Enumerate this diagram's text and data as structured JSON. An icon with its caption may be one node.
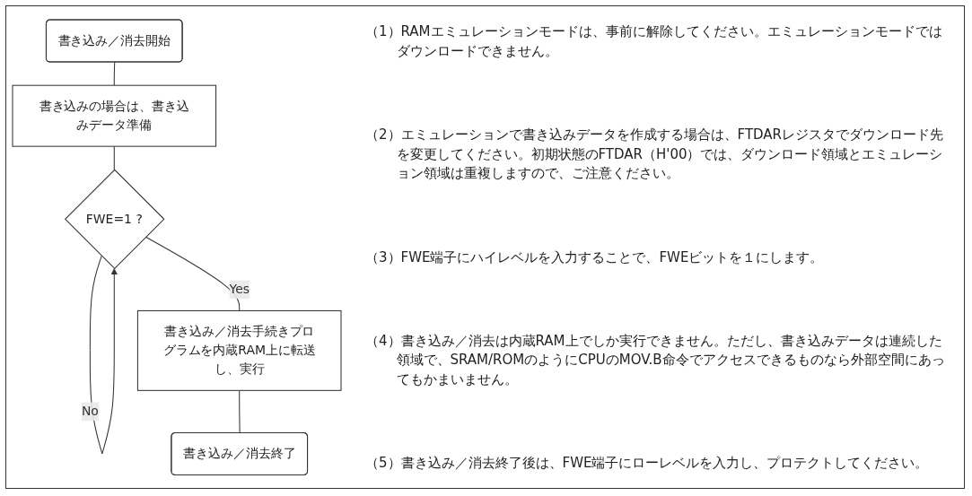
{
  "diagram": {
    "nodes": [
      {
        "text": [
          "書き込み／消去開始"
        ]
      },
      {
        "text": [
          "書き込みの場合は、書き込みデータ準備"
        ]
      },
      {
        "text": [
          "FWE=1 ?"
        ]
      },
      {
        "text": [
          "書き込み／消去手続きプログラムを内蔵RAM上に転送し、実行"
        ]
      },
      {
        "text": [
          "書き込み／消去終了"
        ]
      }
    ],
    "edges": [
      {
        "from": 0,
        "to": 1,
        "arrow": "none"
      },
      {
        "from": 1,
        "to": 2,
        "arrow": "none"
      },
      {
        "from": 2,
        "to": 2,
        "arrow": "to",
        "label": "No"
      },
      {
        "from": 2,
        "to": 3,
        "arrow": "none",
        "label": "Yes"
      },
      {
        "from": 3,
        "to": 4,
        "arrow": "none"
      }
    ],
    "labels": [
      "（1）RAMエミュレーションモードは、事前に解除してください。エミュレーションモードではダウンロードできません。",
      "（2）エミュレーションで書き込みデータを作成する場合は、FTDARレジスタでダウンロード先を変更してください。初期状態のFTDAR（H'00）では、ダウンロード領域とエミュレーション領域は重複しますので、ご注意ください。",
      "（3）FWE端子にハイレベルを入力することで、FWEビットを１にします。",
      "（4）書き込み／消去は内蔵RAM上でしか実行できません。ただし、書き込みデータは連続した領域で、SRAM/ROMのようにCPUのMOV.B命令でアクセスできるものなら外部空間にあってもかまいません。",
      "（5）書き込み／消去終了後は、FWE端子にローレベルを入力し、プロテクトしてください。"
    ]
  }
}
